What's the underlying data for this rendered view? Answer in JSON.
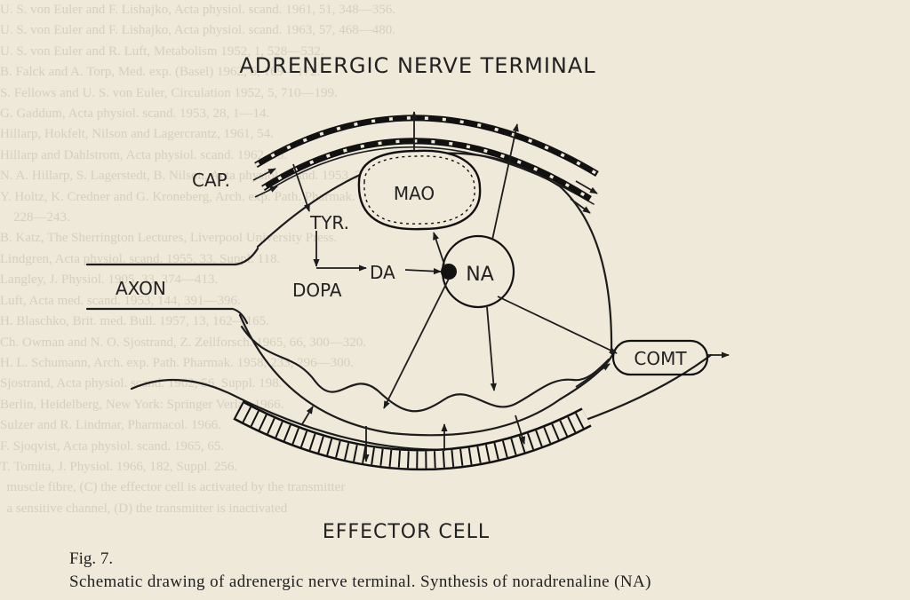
{
  "diagram": {
    "title": "ADRENERGIC NERVE TERMINAL",
    "bottom_label": "EFFECTOR CELL",
    "labels": {
      "cap": "CAP.",
      "tyr": "TYR.",
      "mao": "MAO",
      "axon": "AXON",
      "dopa": "DOPA",
      "da": "DA",
      "na": "NA",
      "comt": "COMT"
    }
  },
  "caption": {
    "figure_label": "Fig. 7.",
    "text": "Schematic drawing of adrenergic nerve terminal. Synthesis of noradrenaline (NA)"
  },
  "bleed_through": [
    "U. S. von Euler and F. Lishajko, Acta physiol. scand. 1961, 51, 348—356.",
    "U. S. von Euler and F. Lishajko, Acta physiol. scand. 1963, 57, 468—480.",
    "U. S. von Euler and R. Luft, Metabolism 1952, 1, 528—532.",
    "B. Falck and A. Torp, Med. exp. (Basel) 1962, 6, 169—172.",
    "S. Fellows and U. S. von Euler, Circulation 1952, 5, 710—199.",
    "G. Gaddum, Acta physiol. scand. 1953, 28, 1—14.",
    "Hillarp, Hokfelt, Nilson and Lagercrantz, 1961, 54.",
    "Hillarp and Dahlstrom, Acta physiol. scand. 1962, 55.",
    "N. A. Hillarp, S. Lagerstedt, B. Nilson, Acta physiol. scand. 1953, 29, 251—263.",
    "Y. Holtz, K. Credner and G. Kroneberg, Arch. exp. Path. Pharmak. 1947, 204,",
    "    228—243.",
    "B. Katz, The Sherrington Lectures, Liverpool University Press.",
    "Lindgren, Acta physiol. scand. 1955, 33, Suppl. 118.",
    "Langley, J. Physiol. 1905, 33, 374—413.",
    "Luft, Acta med. scand. 1953, 144, 391—396.",
    "H. Blaschko, Brit. med. Bull. 1957, 13, 162—165.",
    "Ch. Owman and N. O. Sjostrand, Z. Zellforsch. 1965, 66, 300—320.",
    "H. L. Schumann, Arch. exp. Path. Pharmak. 1958, 233, 296—300.",
    "Sjostrand, Acta physiol. scand. 1962, 56, Suppl. 198.",
    "Berlin, Heidelberg, New York: Springer Verlag 1966.",
    "Sulzer and R. Lindmar, Pharmacol. 1966.",
    "F. Sjoqvist, Acta physiol. scand. 1965, 65.",
    "T. Tomita, J. Physiol. 1966, 182, Suppl. 256.",
    "",
    "  muscle fibre, (C) the effector cell is activated by the transmitter",
    "  a sensitive channel, (D) the transmitter is inactivated"
  ]
}
